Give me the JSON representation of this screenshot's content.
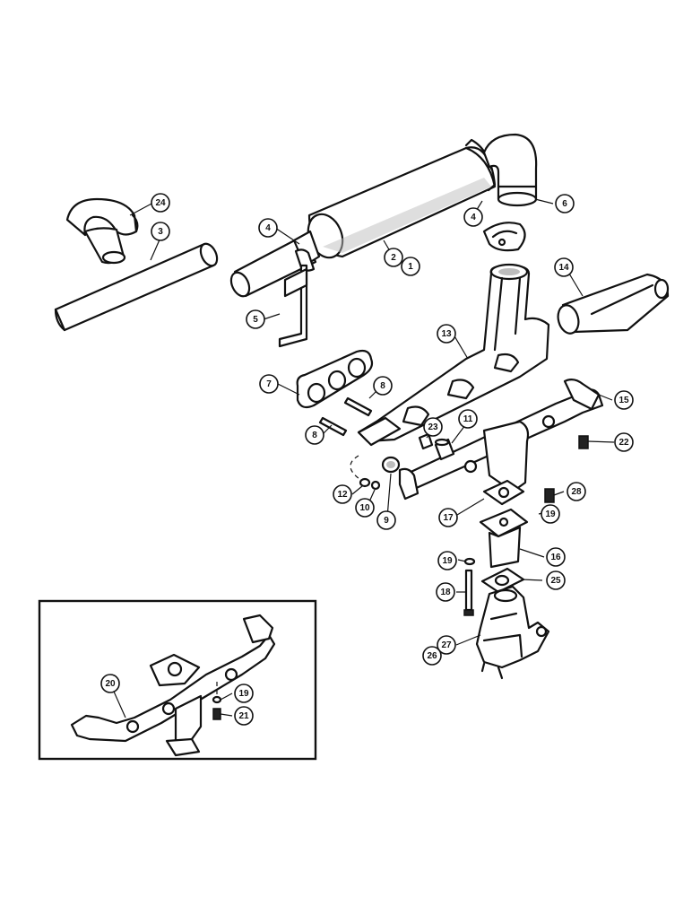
{
  "diagram": {
    "callouts": [
      {
        "id": "c24",
        "label": "24"
      },
      {
        "id": "c3",
        "label": "3"
      },
      {
        "id": "c4a",
        "label": "4"
      },
      {
        "id": "c4b",
        "label": "4"
      },
      {
        "id": "c6",
        "label": "6"
      },
      {
        "id": "c2",
        "label": "2"
      },
      {
        "id": "c1",
        "label": "1"
      },
      {
        "id": "c5",
        "label": "5"
      },
      {
        "id": "c14",
        "label": "14"
      },
      {
        "id": "c13",
        "label": "13"
      },
      {
        "id": "c7",
        "label": "7"
      },
      {
        "id": "c8a",
        "label": "8"
      },
      {
        "id": "c8b",
        "label": "8"
      },
      {
        "id": "c15",
        "label": "15"
      },
      {
        "id": "c23",
        "label": "23"
      },
      {
        "id": "c11",
        "label": "11"
      },
      {
        "id": "c22",
        "label": "22"
      },
      {
        "id": "c12",
        "label": "12"
      },
      {
        "id": "c10",
        "label": "10"
      },
      {
        "id": "c9",
        "label": "9"
      },
      {
        "id": "c17",
        "label": "17"
      },
      {
        "id": "c28",
        "label": "28"
      },
      {
        "id": "c19a",
        "label": "19"
      },
      {
        "id": "c16",
        "label": "16"
      },
      {
        "id": "c19b",
        "label": "19"
      },
      {
        "id": "c25",
        "label": "25"
      },
      {
        "id": "c18",
        "label": "18"
      },
      {
        "id": "c27",
        "label": "27"
      },
      {
        "id": "c26",
        "label": "26"
      },
      {
        "id": "c20",
        "label": "20"
      },
      {
        "id": "c19c",
        "label": "19"
      },
      {
        "id": "c21",
        "label": "21"
      }
    ]
  }
}
